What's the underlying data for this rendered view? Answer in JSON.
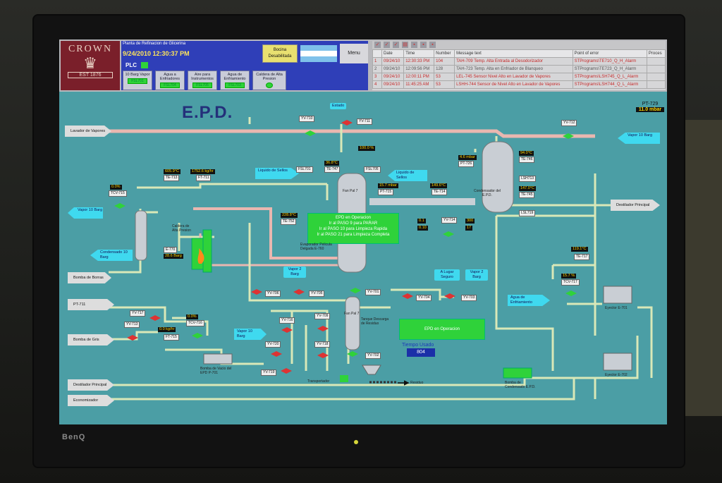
{
  "header": {
    "logo": {
      "name": "CROWN",
      "est": "EST 1876"
    },
    "plant_name": "Planta de Refinacion de Glicerina",
    "datetime": "9/24/2010 12:30:37 PM",
    "plc_label": "PLC",
    "horn_button": "Bocina Desabilitada",
    "menu_button": "Menu",
    "services": [
      {
        "label": "10 Barg Vapor",
        "status": "FSL701"
      },
      {
        "label": "Agua a Enfriadores",
        "status": "FSL704"
      },
      {
        "label": "Aire para Instrumentos",
        "status": "FSL705"
      },
      {
        "label": "Agua de Enfriamiento",
        "status": "FSL703"
      },
      {
        "label": "Caldera de Alta Presion",
        "status": ""
      }
    ]
  },
  "alarms": {
    "columns": [
      "Date",
      "Time",
      "Number",
      "Message text",
      "Point of error",
      "Proces"
    ],
    "rows": [
      {
        "n": "1",
        "date": "09/24/10",
        "time": "12:30:33 PM",
        "num": "104",
        "msg": "TAH-709 Temp. Alta Entrada al Desodorizador",
        "point": "STPrograms\\TE710_Q_H_Alarm",
        "proc": ""
      },
      {
        "n": "2",
        "date": "09/24/10",
        "time": "12:09:56 PM",
        "num": "128",
        "msg": "TAH-723 Temp. Alta en Enfriador de Blanqueo",
        "point": "STPrograms\\TE723_Q_H_Alarm",
        "proc": ""
      },
      {
        "n": "3",
        "date": "09/24/10",
        "time": "12:00:11 PM",
        "num": "53",
        "msg": "LEL-745 Sensor Nivel Alto en Lavador de Vapores",
        "point": "STPrograms\\LSH745_Q_L_Alarm",
        "proc": ""
      },
      {
        "n": "4",
        "date": "09/24/10",
        "time": "11:45:25 AM",
        "num": "53",
        "msg": "LSHH-744 Sensor de Nivel Alto en Lavador de Vapores",
        "point": "STPrograms\\LSH744_Q_L_Alarm",
        "proc": ""
      }
    ]
  },
  "screen_title": "E.P.D.",
  "pt729": {
    "label": "PT-729",
    "value": "11.0 mbar"
  },
  "exits_left": [
    "Lavador de Vapores",
    "Bomba de Borras",
    "PT-711",
    "Bomba de Gris",
    "Destilador Principal",
    "Economizador"
  ],
  "exit_right": "Destilador Principal",
  "steam_inlets": [
    {
      "label": "Vapor 10 Barg"
    },
    {
      "label": "Condensado 10 Barg"
    },
    {
      "label": "Vapor 10 Barg"
    },
    {
      "label": "Vapor 2 Barg"
    },
    {
      "label": "Vapor 2 Barg"
    }
  ],
  "right_inlet": "Vapor 10 Barg",
  "cooling_water": "Agua de Enfriamiento",
  "seal_liquid_left": "Liquido de Sellos",
  "seal_liquid_right": "Liquido de Sellos",
  "balloon_top": "Estado",
  "balloon_lugar": "A Lugar Seguro",
  "valves": [
    "YV-710",
    "YV-711",
    "YV-712",
    "YV-706",
    "YV-705",
    "YV-701",
    "YV-704",
    "YV-703",
    "YV-717",
    "YV-716",
    "YV-720",
    "YV-718",
    "YV-702",
    "YV-719",
    "YV-709",
    "YV-714",
    "YV-713"
  ],
  "readings": {
    "tcv715": "0.0%",
    "te713": "605.9°C",
    "ft711": "1752.6 kg/hr",
    "te752": "228.8°C",
    "e770": "28.6 Barg",
    "te747": "36.8°C",
    "fv701": "100.0 %",
    "pt715": "15.7 mbar",
    "te714": "149.6°C",
    "pt726": "4.6 mbar",
    "te746": "94.0°C",
    "te745": "147.0°C",
    "yv714_a": "0.1",
    "yv714_b": "0.10",
    "sp_300": "300",
    "sp_17": "17",
    "te717": "119.1°C",
    "tcv717": "15.7 %",
    "tcv716": "0.0%",
    "ft715": "0.0 kg/hr"
  },
  "tags": [
    "FSL701",
    "TE-747",
    "FSL705",
    "TE-713",
    "FT-711",
    "TCV-715",
    "TE-752",
    "E-770",
    "PT-715",
    "TE-714",
    "PT-726",
    "LSH713",
    "TE-746",
    "TE-745",
    "LSL719",
    "TE-717",
    "TCV-717",
    "TCV-716",
    "FT-715"
  ],
  "eq_labels": {
    "evap": "Evaporador Pelicula Delgada E-760",
    "condenser": "Condensador del E.P.D.",
    "tank": "Tanque Descarga de Residuo",
    "fc01": "Fan Pal 7",
    "fc02": "Fan Pal 7",
    "transporter": "Transportador",
    "residue": "Residuo",
    "pump_cond": "Bomba de Condensado E.P.D.",
    "pump_vac": "Bomba de Vacio del EPD P-701",
    "eyector1": "Eyector E-701",
    "eyector2": "Eyector E-702",
    "heater": "Caldera de Alta Presion"
  },
  "messages": {
    "main": [
      "EPD en Operacion",
      "Ir al PASO 9 para PARAR",
      "Ir al PASO 10 para Limpieza Rapida",
      "Ir al PASO 21 para Limpieza Completa"
    ],
    "second": "EPD en Operacion"
  },
  "timer": {
    "label": "Tiempo Usado",
    "value": "804"
  },
  "monitor_brand": "BenQ",
  "colors": {
    "screen": "#4b9ea5",
    "alarm_text": "#c62a2a",
    "status_green": "#2fd23a",
    "value_bg": "#111111",
    "value_fg": "#ffd400"
  }
}
